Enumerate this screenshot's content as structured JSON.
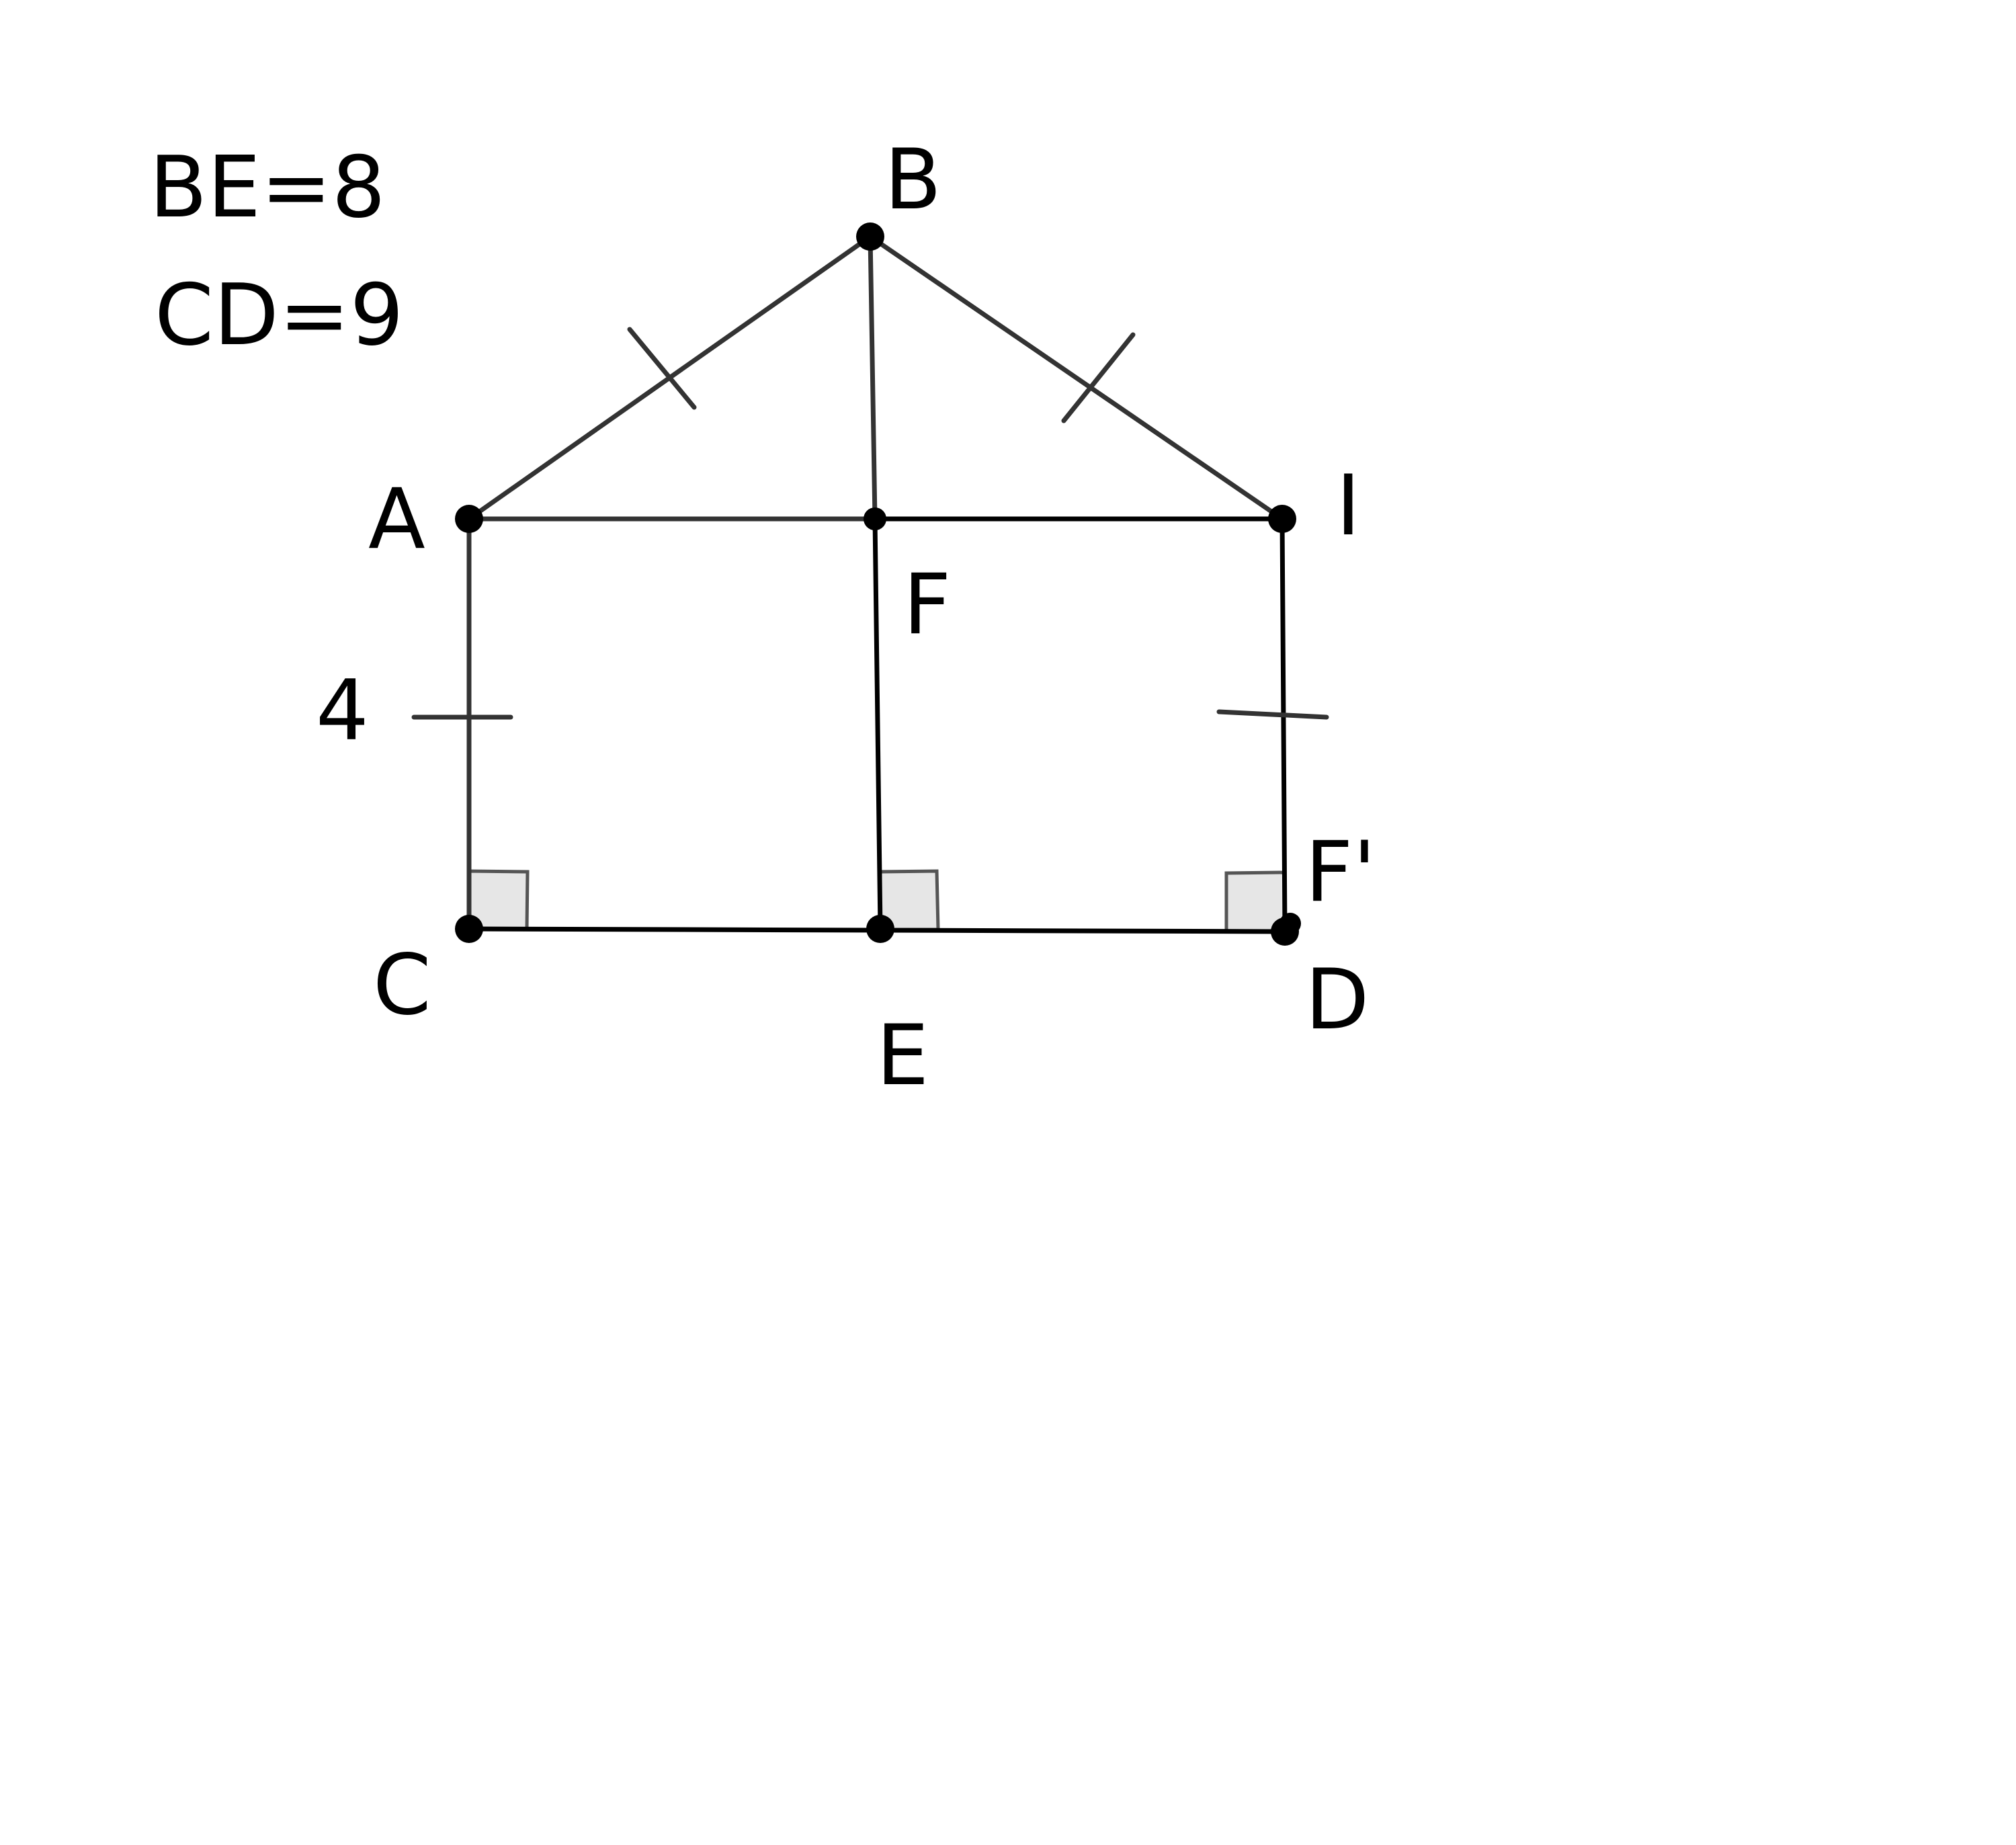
{
  "given": {
    "be": "BE=8",
    "cd": "CD=9"
  },
  "labels": {
    "A": "A",
    "B": "B",
    "C": "C",
    "D": "D",
    "E": "E",
    "F": "F",
    "F_prime": "F'",
    "I": "I"
  },
  "side_label_ac": "4",
  "colors": {
    "line": "#333333",
    "point": "#000000",
    "right_angle_fill": "#e6e6e6"
  }
}
